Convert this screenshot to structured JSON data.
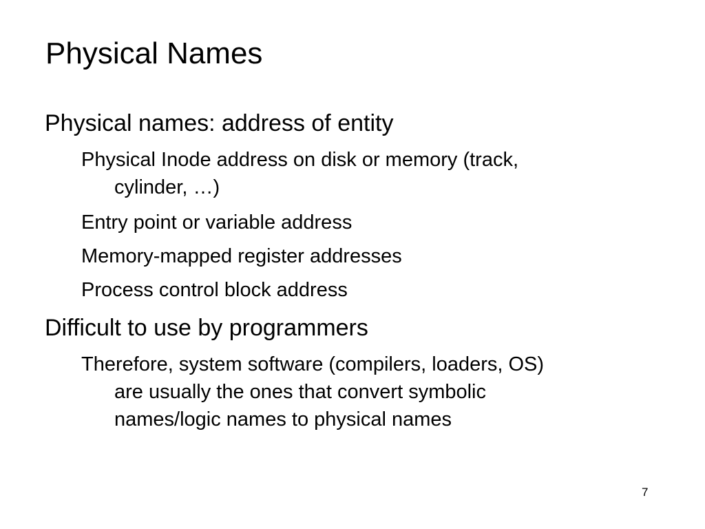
{
  "slide": {
    "title": "Physical Names",
    "bullets": [
      {
        "level": 1,
        "lines": [
          "Physical names: address of entity"
        ]
      },
      {
        "level": 2,
        "lines": [
          "Physical Inode address on disk or memory (track,",
          "cylinder, …)"
        ]
      },
      {
        "level": 2,
        "lines": [
          "Entry point or variable address"
        ]
      },
      {
        "level": 2,
        "lines": [
          "Memory-mapped register addresses"
        ]
      },
      {
        "level": 2,
        "lines": [
          "Process control block address"
        ]
      },
      {
        "level": 1,
        "lines": [
          "Difficult to use by programmers"
        ]
      },
      {
        "level": 2,
        "lines": [
          "Therefore, system software (compilers, loaders, OS)",
          "are usually the ones that convert symbolic",
          "names/logic names to physical names"
        ]
      }
    ],
    "page_number": "7"
  }
}
